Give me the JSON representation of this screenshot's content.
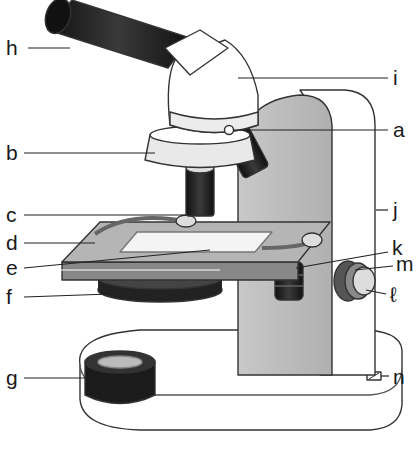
{
  "diagram": {
    "labels": [
      "h",
      "i",
      "a",
      "b",
      "c",
      "j",
      "d",
      "k",
      "e",
      "m",
      "f",
      "ℓ",
      "n",
      "g"
    ]
  }
}
